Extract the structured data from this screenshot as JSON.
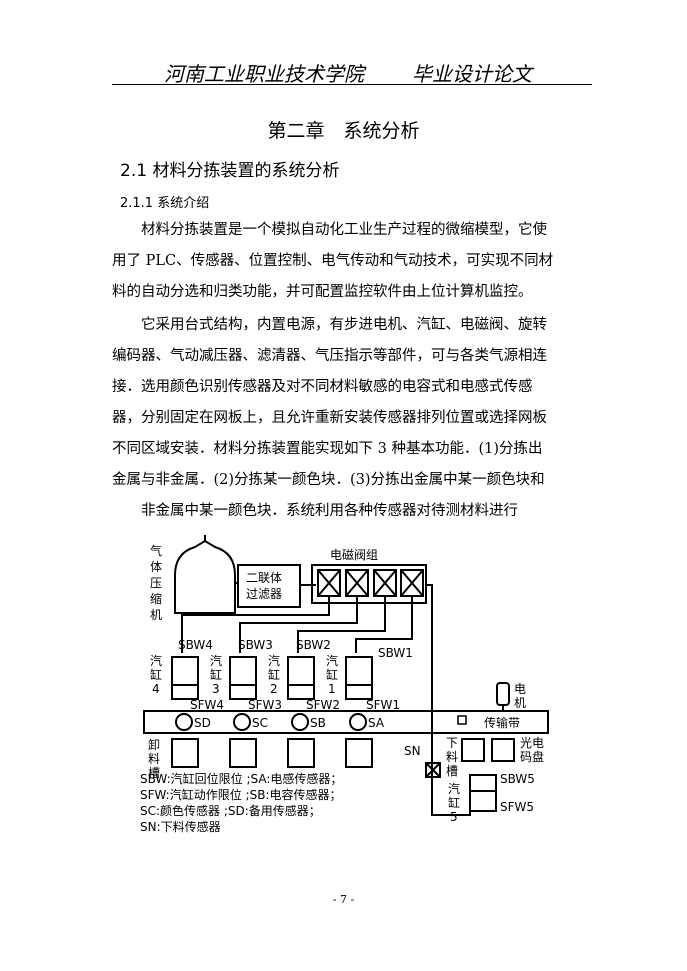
{
  "header": {
    "school": "河南工业职业技术学院",
    "doc_type": "毕业设计论文"
  },
  "chapter_title": "第二章　系统分析",
  "section_title": "2.1 材料分拣装置的系统分析",
  "subsection_title": "2.1.1 系统介绍",
  "paragraph1": [
    "　　材料分拣装置是一个模拟自动化工业生产过程的微缩模型，它使",
    "用了 PLC、传感器、位置控制、电气传动和气动技术，可实现不同材",
    "料的自动分选和归类功能，并可配置监控软件由上位计算机监控。"
  ],
  "paragraph2": [
    "　　它采用台式结构，内置电源，有步进电机、汽缸、电磁阀、旋转",
    "编码器、气动减压器、滤清器、气压指示等部件，可与各类气源相连",
    " 接．选用颜色识别传感器及对不同材料敏感的电容式和电感式传感",
    "器，分别固定在网板上，且允许重新安装传感器排列位置或选择网板",
    " 不同区域安装．材料分拣装置能实现如下 3 种基本功能．(1)分拣出",
    "金属与非金属．(2)分拣某一颜色块．(3)分拣出金属中某一颜色块和",
    "　　非金属中某一颜色块．系统利用各种传感器对待测材料进行"
  ],
  "figure": {
    "compressor": [
      "气",
      "体",
      "压",
      "缩",
      "机"
    ],
    "filter": [
      "二联体",
      "过滤器"
    ],
    "valve_group": "电磁阀组",
    "sbw": [
      "SBW4",
      "SBW3",
      "SBW2",
      "SBW1"
    ],
    "cyl_labels": [
      [
        "汽",
        "缸",
        "4"
      ],
      [
        "汽",
        "缸",
        "3"
      ],
      [
        "汽",
        "缸",
        "2"
      ],
      [
        "汽",
        "缸",
        "1"
      ]
    ],
    "sfw": [
      "SFW4",
      "SFW3",
      "SFW2",
      "SFW1"
    ],
    "sensors": [
      "SD",
      "SC",
      "SB",
      "SA"
    ],
    "belt": "传输带",
    "motor": [
      "电",
      "机"
    ],
    "unload": [
      "卸",
      "料",
      "槽"
    ],
    "sn": "SN",
    "chute": [
      "下",
      "料",
      "槽"
    ],
    "encoder": [
      "光电",
      "码盘"
    ],
    "cyl5": [
      "汽",
      "缸",
      "5"
    ],
    "sbw5": "SBW5",
    "sfw5": "SFW5",
    "legend": [
      "SBW:汽缸回位限位 ;SA:电感传感器；",
      "SFW:汽缸动作限位 ;SB:电容传感器；",
      "SC:颜色传感器 ;SD:备用传感器；",
      "SN:下料传感器"
    ]
  },
  "page_number": "- 7 -"
}
